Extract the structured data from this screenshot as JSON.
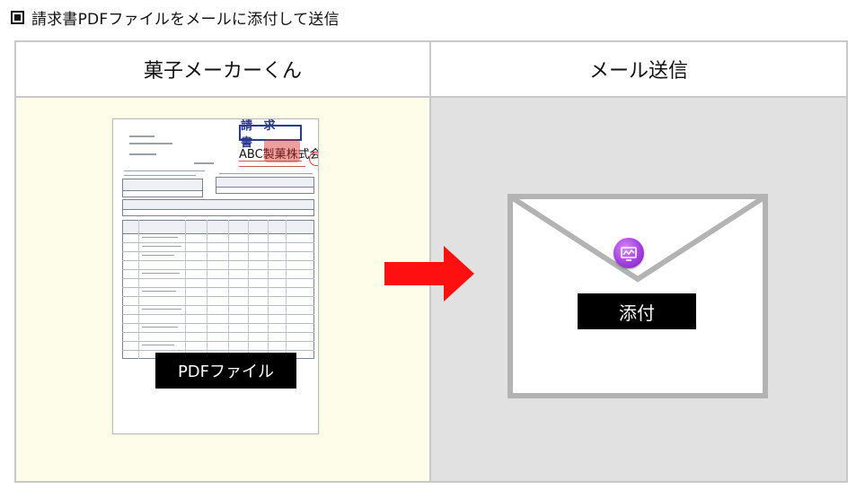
{
  "page": {
    "heading": "請求書PDFファイルをメールに添付して送信"
  },
  "columns": {
    "left_header": "菓子メーカーくん",
    "right_header": "メール送信"
  },
  "invoice": {
    "title": "請 求 書",
    "company": "ABC製菓株式会社"
  },
  "labels": {
    "pdf_file": "PDFファイル",
    "attachment": "添付"
  },
  "colors": {
    "arrow": "#ff1010",
    "left_bg": "#fdfde9",
    "right_bg": "#e1e1e1",
    "frame_border": "#c9c9c9",
    "envelope_stroke": "#b3b3b3",
    "attach_icon": "#a43ee0"
  },
  "icons": {
    "heading_marker": "square-bullet-icon",
    "arrow": "right-arrow-icon",
    "envelope": "envelope-icon",
    "attachment": "monitor-chart-icon"
  }
}
